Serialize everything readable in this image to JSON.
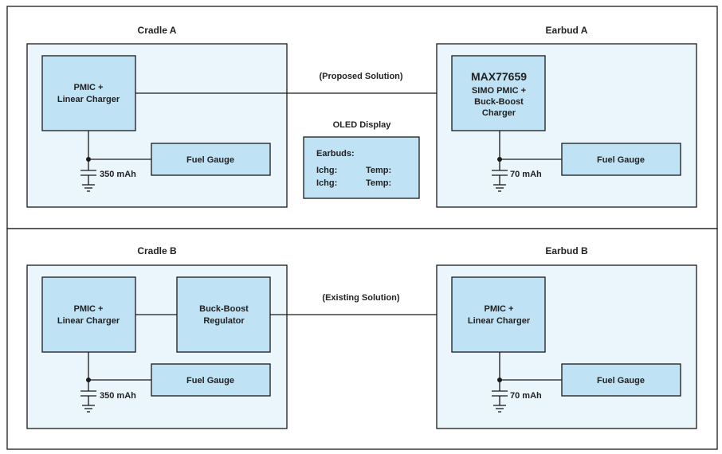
{
  "colors": {
    "panel_fill": "#ebf6fc",
    "block_fill": "#bfe2f5",
    "stroke": "#1a1a1a"
  },
  "top": {
    "cradle": {
      "title": "Cradle A",
      "pmic_line1": "PMIC +",
      "pmic_line2": "Linear Charger",
      "fuel_gauge": "Fuel Gauge",
      "battery": "350 mAh"
    },
    "link_label": "(Proposed Solution)",
    "oled": {
      "title": "OLED Display",
      "line1": "Earbuds:",
      "ichg1": "Ichg:",
      "temp1": "Temp:",
      "ichg2": "Ichg:",
      "temp2": "Temp:"
    },
    "earbud": {
      "title": "Earbud A",
      "part": "MAX77659",
      "line2": "SIMO PMIC +",
      "line3": "Buck-Boost",
      "line4": "Charger",
      "fuel_gauge": "Fuel Gauge",
      "battery": "70 mAh"
    }
  },
  "bottom": {
    "cradle": {
      "title": "Cradle B",
      "pmic_line1": "PMIC +",
      "pmic_line2": "Linear Charger",
      "regulator_line1": "Buck-Boost",
      "regulator_line2": "Regulator",
      "fuel_gauge": "Fuel Gauge",
      "battery": "350 mAh"
    },
    "link_label": "(Existing Solution)",
    "earbud": {
      "title": "Earbud B",
      "pmic_line1": "PMIC +",
      "pmic_line2": "Linear Charger",
      "fuel_gauge": "Fuel Gauge",
      "battery": "70 mAh"
    }
  }
}
